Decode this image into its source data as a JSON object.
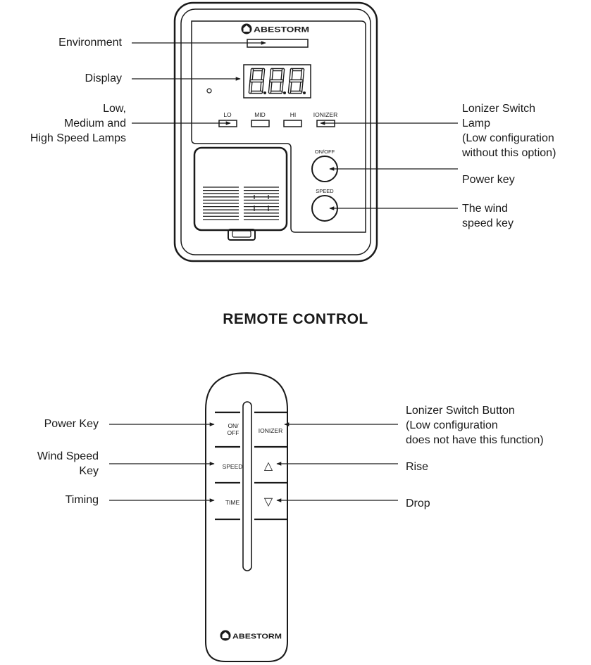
{
  "brand": "ABESTORM",
  "panel": {
    "display_digits": "888",
    "lamp_labels": [
      "LO",
      "MID",
      "HI",
      "IONIZER"
    ],
    "onoff_key_label": "ON/OFF",
    "speed_key_label": "SPEED",
    "callouts": {
      "environment": "Environment",
      "display": "Display",
      "speed_lamps": "Low,\nMedium and\nHigh Speed Lamps",
      "ionizer_lamp": "Lonizer Switch\nLamp\n(Low configuration\nwithout this option)",
      "power_key": "Power key",
      "wind_speed_key": "The wind\nspeed key"
    }
  },
  "section_title": "REMOTE CONTROL",
  "remote": {
    "buttons": {
      "onoff": "ON/\nOFF",
      "ionizer": "IONIZER",
      "speed": "SPEED",
      "rise_symbol": "△",
      "time": "TIME",
      "drop_symbol": "▽"
    },
    "callouts": {
      "power_key": "Power Key",
      "wind_speed_key": "Wind Speed\nKey",
      "timing": "Timing",
      "ionizer_button": "Lonizer Switch Button\n(Low configuration\ndoes not have this function)",
      "rise": "Rise",
      "drop": "Drop"
    }
  }
}
